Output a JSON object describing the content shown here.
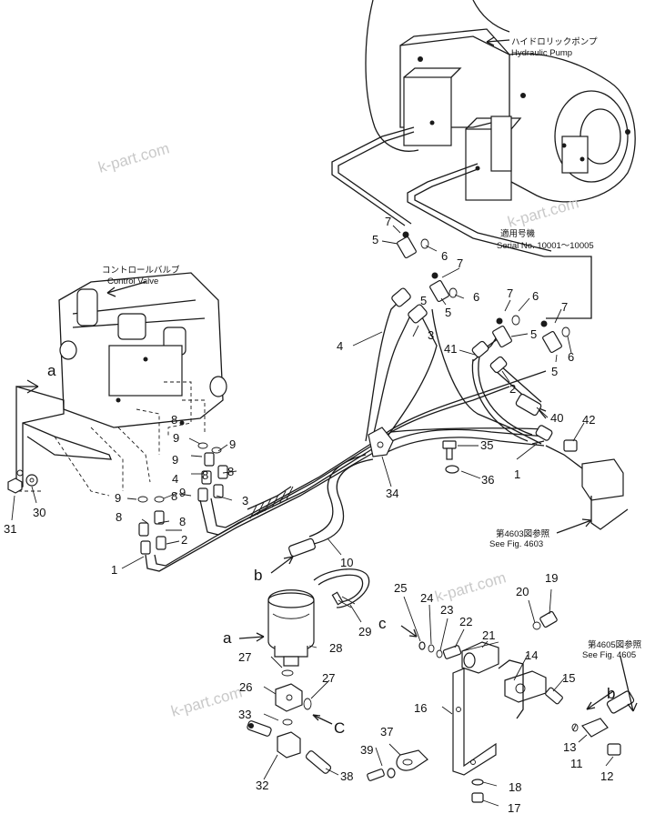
{
  "labels": {
    "hydraulic_pump_jp": "ハイドロリックポンプ",
    "hydraulic_pump_en": "Hydraulic Pump",
    "control_valve_jp": "コントロールバルブ",
    "control_valve_en": "Control Valve",
    "serial_jp": "適用号機",
    "serial_en": "Serial No. 10001～10005",
    "see4603_jp": "第4603図参照",
    "see4603_en": "See Fig. 4603",
    "see4605_jp": "第4605図参照",
    "see4605_en": "See Fig. 4605"
  },
  "watermark": "k-part.com",
  "callouts": {
    "c1a": "1",
    "c1b": "1",
    "c2a": "2",
    "c2b": "2",
    "c3a": "3",
    "c3b": "3",
    "c4a": "4",
    "c4b": "4",
    "c5a": "5",
    "c5b": "5",
    "c5c": "5",
    "c5d": "5",
    "c5e": "5",
    "c6a": "6",
    "c6b": "6",
    "c6c": "6",
    "c6d": "6",
    "c7a": "7",
    "c7b": "7",
    "c7c": "7",
    "c7d": "7",
    "c8a": "8",
    "c8b": "8",
    "c8c": "8",
    "c8d": "8",
    "c8e": "8",
    "c8f": "8",
    "c9a": "9",
    "c9b": "9",
    "c9c": "9",
    "c9d": "9",
    "c9e": "9",
    "c10": "10",
    "c11": "11",
    "c12": "12",
    "c13": "13",
    "c14": "14",
    "c15": "15",
    "c16": "16",
    "c17": "17",
    "c18": "18",
    "c19": "19",
    "c20": "20",
    "c21": "21",
    "c22": "22",
    "c23": "23",
    "c24": "24",
    "c25": "25",
    "c26": "26",
    "c27a": "27",
    "c27b": "27",
    "c28": "28",
    "c29": "29",
    "c30": "30",
    "c31": "31",
    "c32": "32",
    "c33": "33",
    "c34": "34",
    "c35": "35",
    "c36": "36",
    "c37": "37",
    "c38": "38",
    "c39": "39",
    "c40": "40",
    "c41": "41",
    "c42": "42"
  },
  "letters": {
    "a1": "a",
    "a2": "a",
    "b1": "b",
    "b2": "b",
    "c1": "c",
    "c2": "C"
  }
}
